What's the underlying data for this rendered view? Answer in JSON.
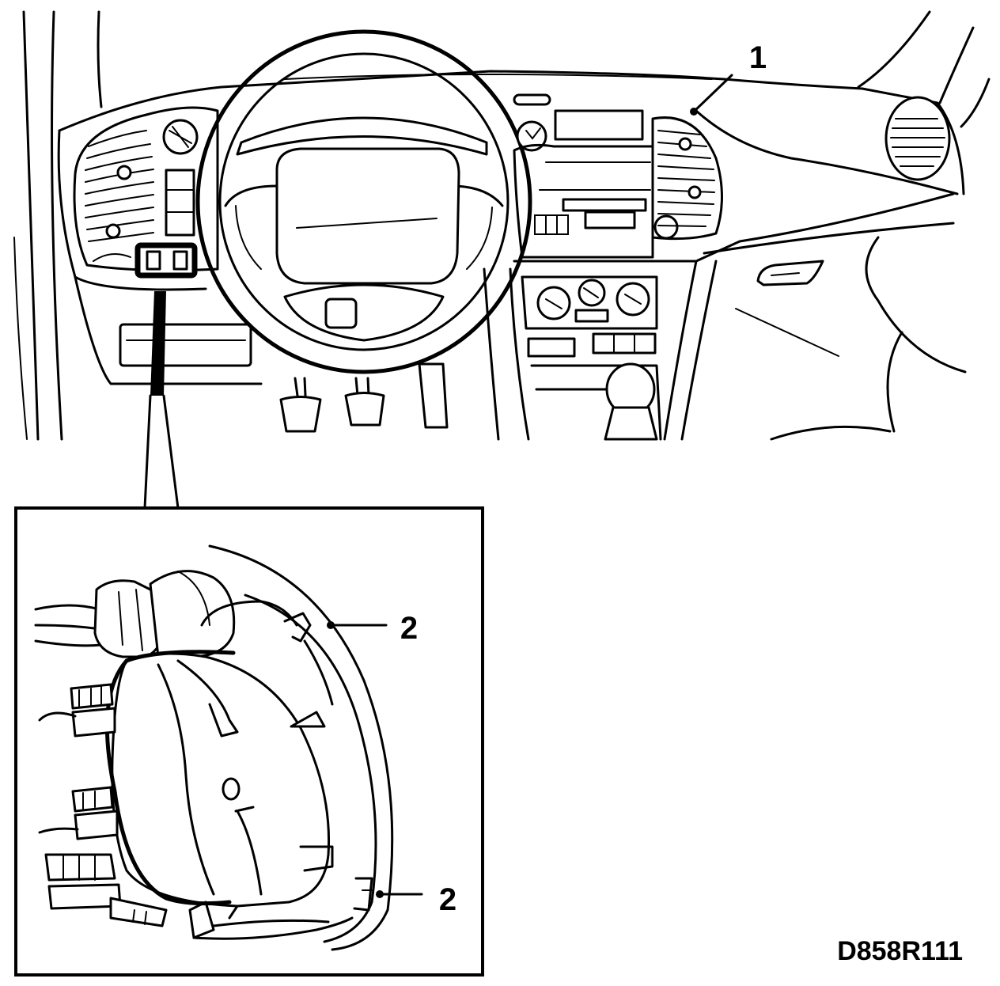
{
  "labels": {
    "callout_1": "1",
    "callout_2_upper": "2",
    "callout_2_lower": "2",
    "figure_code": "D858R111"
  },
  "colors": {
    "line": "#000000",
    "background": "#ffffff"
  }
}
